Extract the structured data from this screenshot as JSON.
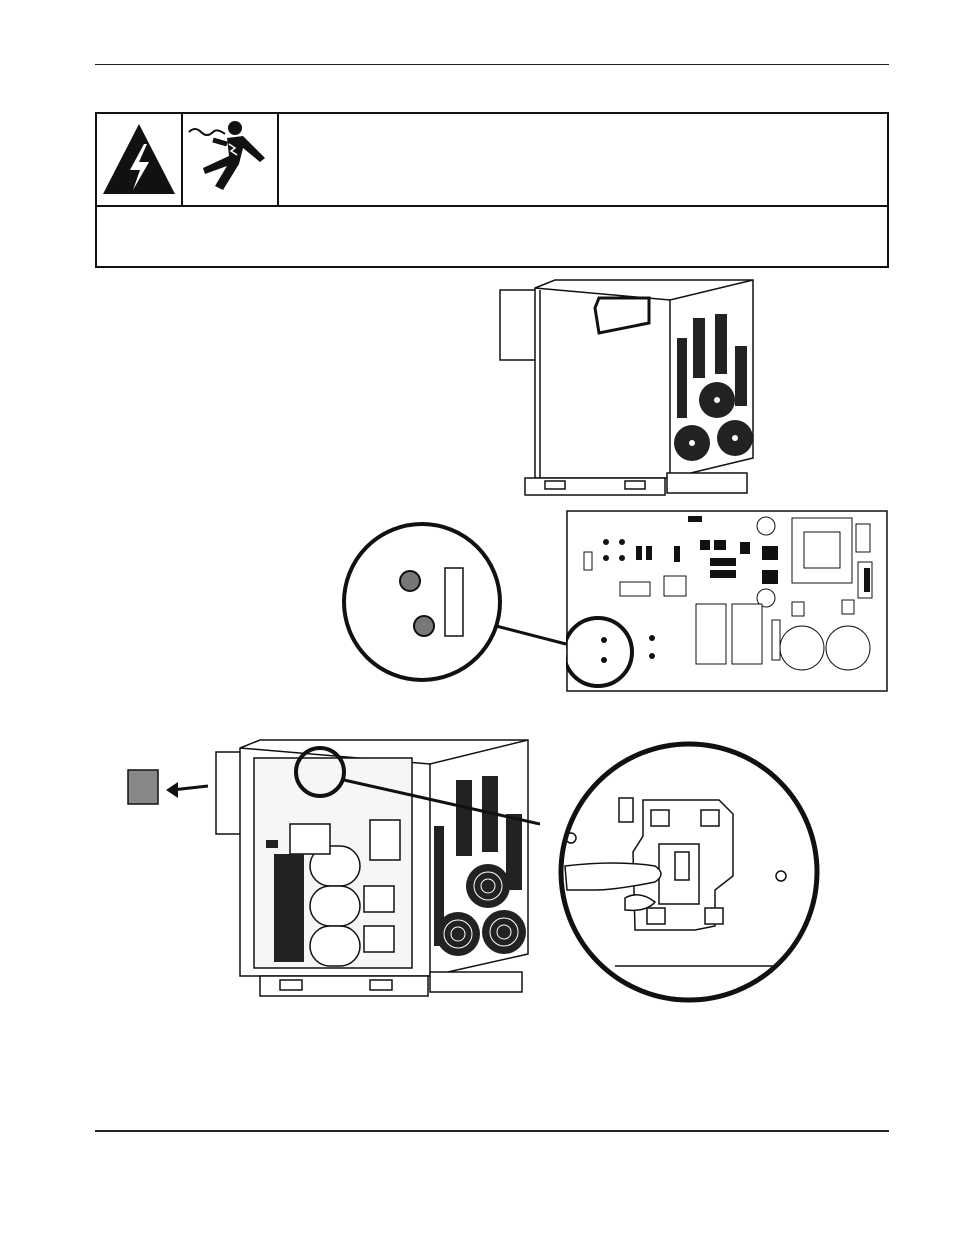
{
  "warning": {
    "title": "",
    "body": "",
    "icons": [
      "electric-shock-warning-icon",
      "electrocution-hazard-icon"
    ]
  },
  "figures": {
    "cabinet_top_view": "power-supply-cabinet-illustration",
    "control_board": "control-board-illustration",
    "led_detail": "led-detail-magnified-circle",
    "cabinet_open_view": "open-cabinet-illustration",
    "contactor_detail": "contactor-detail-magnified-circle"
  }
}
